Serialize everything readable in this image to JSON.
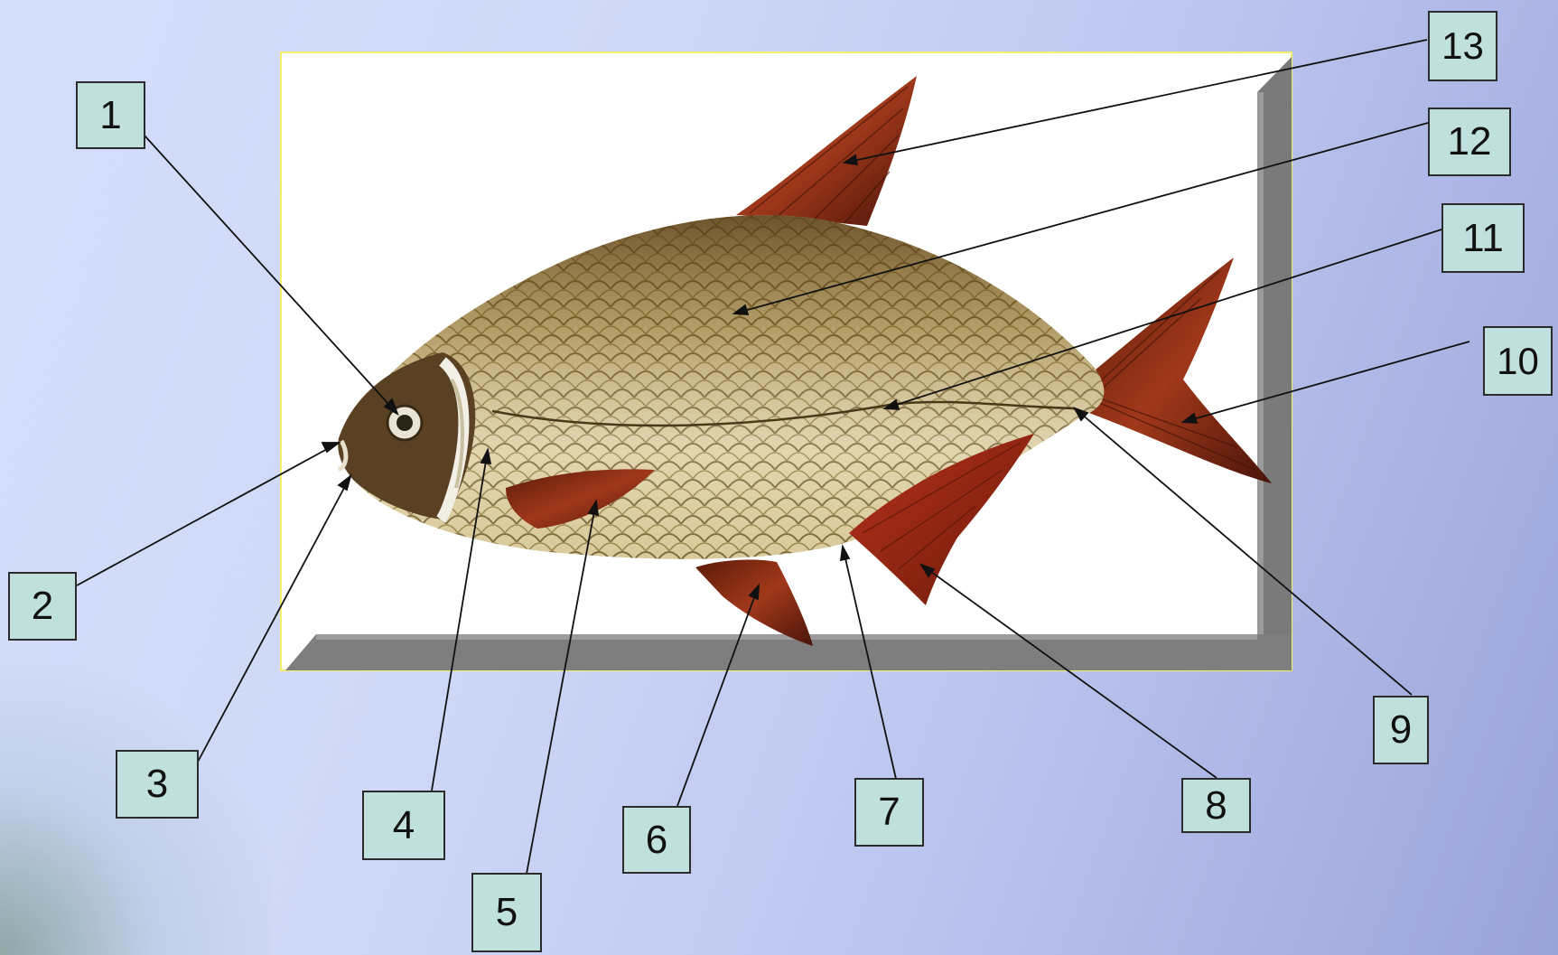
{
  "labels": [
    {
      "id": "1",
      "text": "1"
    },
    {
      "id": "2",
      "text": "2"
    },
    {
      "id": "3",
      "text": "3"
    },
    {
      "id": "4",
      "text": "4"
    },
    {
      "id": "5",
      "text": "5"
    },
    {
      "id": "6",
      "text": "6"
    },
    {
      "id": "7",
      "text": "7"
    },
    {
      "id": "8",
      "text": "8"
    },
    {
      "id": "9",
      "text": "9"
    },
    {
      "id": "10",
      "text": "10"
    },
    {
      "id": "11",
      "text": "11"
    },
    {
      "id": "12",
      "text": "12"
    },
    {
      "id": "13",
      "text": "13"
    }
  ],
  "colors": {
    "background": "#cfd8f6",
    "label_fill": "#bfe0dc",
    "frame_border": "#f4f06a",
    "frame_shadow": "#7a7a7a",
    "fin": "#8a2a10",
    "body": "#c8b27a",
    "leader_line": "#111111"
  }
}
